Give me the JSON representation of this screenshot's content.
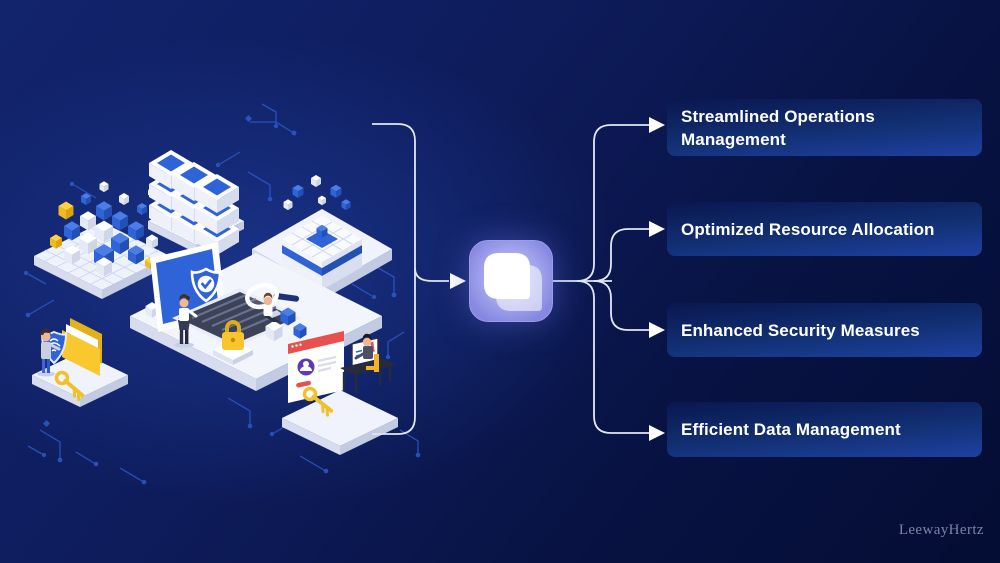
{
  "diagram": {
    "outcomes": [
      {
        "label": "Streamlined Operations Management"
      },
      {
        "label": "Optimized Resource Allocation"
      },
      {
        "label": "Enhanced Security Measures"
      },
      {
        "label": "Efficient Data Management"
      }
    ],
    "center_icon": "leewayhertz-logo-mark",
    "illustration_elements": [
      "data-blocks-platform",
      "server-racks",
      "ai-chip-platform",
      "security-workspace-platform",
      "secure-folder-platform",
      "analytics-desk-platform",
      "circuit-traces"
    ]
  },
  "watermark": {
    "text": "LeewayHertz"
  },
  "colors": {
    "background_dark": "#081344",
    "background_light": "#1d3590",
    "box_gradient_top": "#0a1750",
    "box_gradient_bottom": "#1e41a2",
    "accent_blue": "#2f63d8",
    "accent_yellow": "#f8c82e",
    "hub_purple": "#8789e1",
    "connector": "#e3e6f4",
    "text": "#ffffff"
  }
}
